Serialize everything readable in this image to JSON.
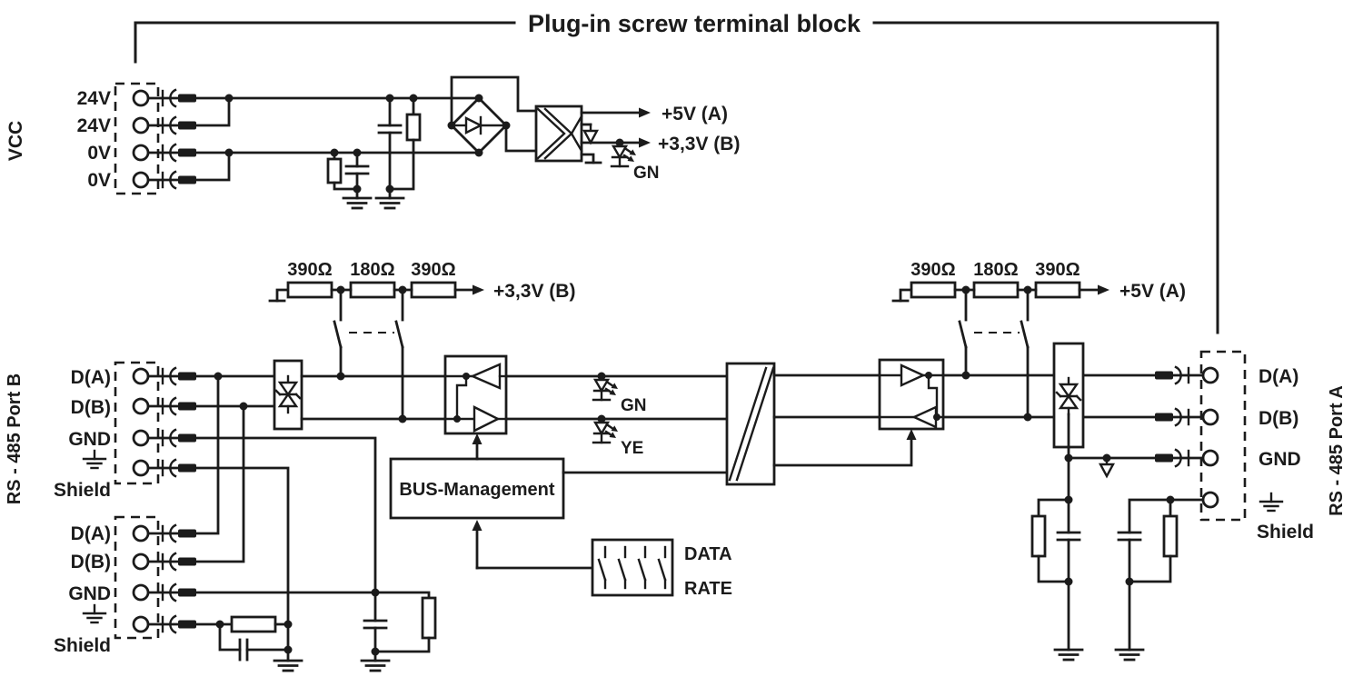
{
  "title": "Plug-in screw terminal block",
  "colors": {
    "ink": "#1b1b1b",
    "background": "#ffffff"
  },
  "vcc_block": {
    "label": "VCC",
    "terminals": [
      "24V",
      "24V",
      "0V",
      "0V"
    ]
  },
  "port_b": {
    "label": "RS - 485 Port B",
    "group1": [
      "D(A)",
      "D(B)",
      "GND",
      "Shield"
    ],
    "group2": [
      "D(A)",
      "D(B)",
      "GND",
      "Shield"
    ]
  },
  "port_a": {
    "label": "RS - 485 Port A",
    "terminals": [
      "D(A)",
      "D(B)",
      "GND",
      "Shield"
    ]
  },
  "power": {
    "out_a": "+5V  (A)",
    "out_b": "+3,3V  (B)",
    "led": "GN"
  },
  "termination_b": {
    "r1": "390Ω",
    "r2": "180Ω",
    "r3": "390Ω",
    "rail": "+3,3V  (B)"
  },
  "termination_a": {
    "r1": "390Ω",
    "r2": "180Ω",
    "r3": "390Ω",
    "rail": "+5V  (A)"
  },
  "status_leds": {
    "green": "GN",
    "yellow": "YE"
  },
  "bus_management": {
    "label": "BUS-Management"
  },
  "dip_switch": {
    "line1": "DATA",
    "line2": "RATE"
  }
}
